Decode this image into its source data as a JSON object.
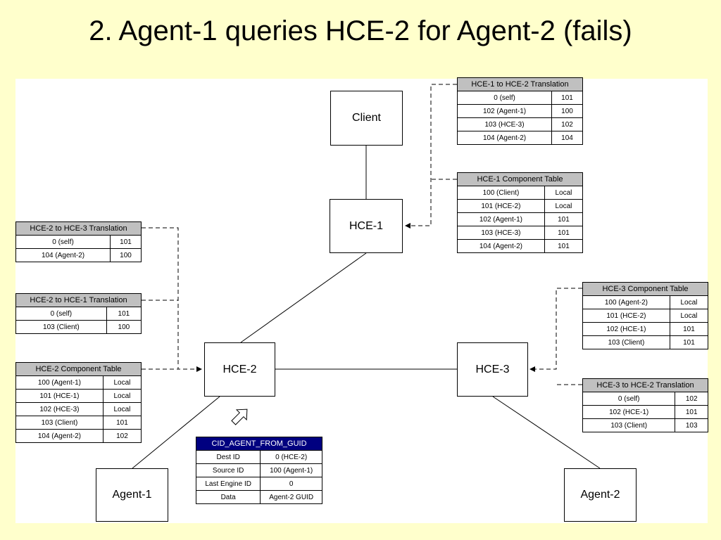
{
  "title": "2. Agent-1 queries HCE-2 for Agent-2 (fails)",
  "nodes": {
    "client": "Client",
    "hce1": "HCE-1",
    "hce2": "HCE-2",
    "hce3": "HCE-3",
    "agent1": "Agent-1",
    "agent2": "Agent-2"
  },
  "tables": {
    "hce1_hce2_translation": {
      "title": "HCE-1 to HCE-2 Translation",
      "rows": [
        [
          "0 (self)",
          "101"
        ],
        [
          "102 (Agent-1)",
          "100"
        ],
        [
          "103 (HCE-3)",
          "102"
        ],
        [
          "104 (Agent-2)",
          "104"
        ]
      ]
    },
    "hce1_component": {
      "title": "HCE-1 Component Table",
      "rows": [
        [
          "100 (Client)",
          "Local"
        ],
        [
          "101 (HCE-2)",
          "Local"
        ],
        [
          "102 (Agent-1)",
          "101"
        ],
        [
          "103 (HCE-3)",
          "101"
        ],
        [
          "104 (Agent-2)",
          "101"
        ]
      ]
    },
    "hce2_hce3_translation": {
      "title": "HCE-2 to HCE-3 Translation",
      "rows": [
        [
          "0 (self)",
          "101"
        ],
        [
          "104 (Agent-2)",
          "100"
        ]
      ]
    },
    "hce2_hce1_translation": {
      "title": "HCE-2 to HCE-1 Translation",
      "rows": [
        [
          "0 (self)",
          "101"
        ],
        [
          "103 (Client)",
          "100"
        ]
      ]
    },
    "hce2_component": {
      "title": "HCE-2 Component Table",
      "rows": [
        [
          "100 (Agent-1)",
          "Local"
        ],
        [
          "101 (HCE-1)",
          "Local"
        ],
        [
          "102 (HCE-3)",
          "Local"
        ],
        [
          "103 (Client)",
          "101"
        ],
        [
          "104 (Agent-2)",
          "102"
        ]
      ]
    },
    "hce3_component": {
      "title": "HCE-3 Component Table",
      "rows": [
        [
          "100 (Agent-2)",
          "Local"
        ],
        [
          "101 (HCE-2)",
          "Local"
        ],
        [
          "102 (HCE-1)",
          "101"
        ],
        [
          "103 (Client)",
          "101"
        ]
      ]
    },
    "hce3_hce2_translation": {
      "title": "HCE-3 to HCE-2 Translation",
      "rows": [
        [
          "0 (self)",
          "102"
        ],
        [
          "102 (HCE-1)",
          "101"
        ],
        [
          "103 (Client)",
          "103"
        ]
      ]
    },
    "message": {
      "title": "CID_AGENT_FROM_GUID",
      "rows": [
        [
          "Dest ID",
          "0 (HCE-2)"
        ],
        [
          "Source ID",
          "100 (Agent-1)"
        ],
        [
          "Last Engine ID",
          "0"
        ],
        [
          "Data",
          "Agent-2 GUID"
        ]
      ]
    }
  },
  "colors": {
    "slide_background": "#ffffcc",
    "table_header": "#c0c0c0",
    "message_header": "#000080"
  },
  "icons": {
    "message_direction": "hollow-arrow-icon"
  }
}
